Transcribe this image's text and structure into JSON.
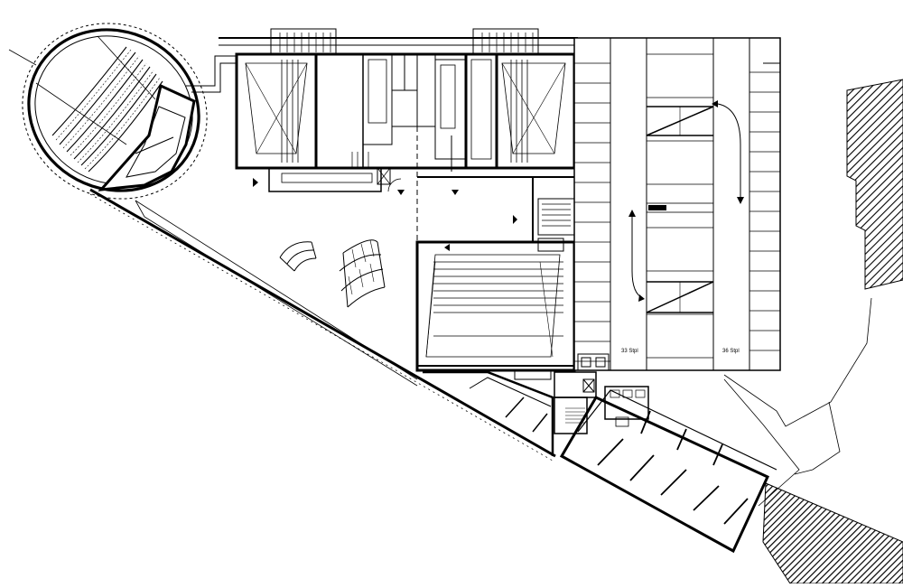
{
  "drawing": {
    "type": "architectural floor plan",
    "labels": {
      "parking_left": "33 Stpl",
      "parking_right": "36 Stpl"
    }
  }
}
